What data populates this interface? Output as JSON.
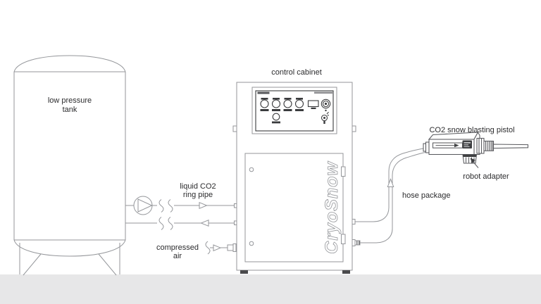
{
  "diagram": {
    "labels": {
      "tank_line1": "low pressure",
      "tank_line2": "tank",
      "ring_pipe_line1": "liquid CO2",
      "ring_pipe_line2": "ring pipe",
      "compressed_air_line1": "compressed",
      "compressed_air_line2": "air",
      "control_cabinet": "control cabinet",
      "hose_package": "hose package",
      "pistol": "CO2 snow blasting pistol",
      "robot_adapter": "robot adapter"
    },
    "logos": {
      "cabinet_door": "CryoSnow"
    },
    "colors": {
      "line": "#94969a",
      "dark": "#3a3b3d",
      "pistol": "#595a5e",
      "text": "#2b2b2d",
      "ground": "#e7e7e8",
      "background": "#ffffff"
    }
  }
}
